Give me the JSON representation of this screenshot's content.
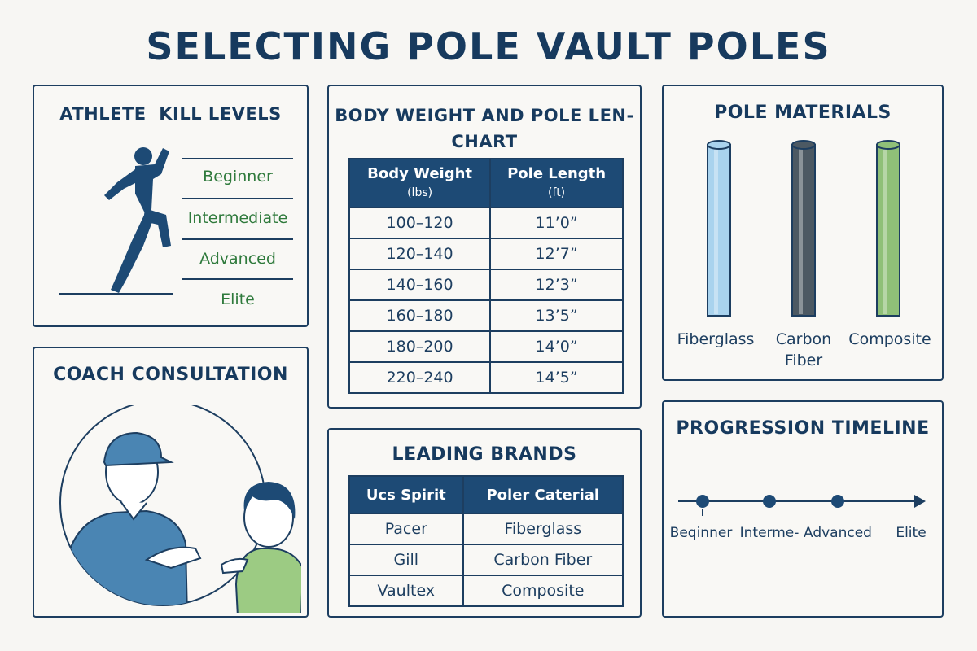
{
  "title": "SELECTING POLE VAULT POLES",
  "skill": {
    "heading": "ATHLETE  KILL LEVELS",
    "levels": [
      "Beginner",
      "Intermediate",
      "Advanced",
      "Elite"
    ]
  },
  "coach": {
    "heading": "COACH CONSULTATION"
  },
  "weight_chart": {
    "heading_line1": "BODY WEIGHT AND POLE LEN-",
    "heading_line2": "CHART",
    "col1": "Body Weight",
    "col1_unit": "(lbs)",
    "col2": "Pole Length",
    "col2_unit": "(ft)",
    "rows": [
      [
        "100–120",
        "11’0”"
      ],
      [
        "120–140",
        "12’7”"
      ],
      [
        "140–160",
        "12’3”"
      ],
      [
        "160–180",
        "13’5”"
      ],
      [
        "180–200",
        "14’0”"
      ],
      [
        "220–240",
        "14’5”"
      ]
    ]
  },
  "brands": {
    "heading": "LEADING BRANDS",
    "col1": "Ucs Spirit",
    "col2": "Poler Caterial",
    "rows": [
      [
        "Pacer",
        "Fiberglass"
      ],
      [
        "Gill",
        "Carbon Fiber"
      ],
      [
        "Vaultex",
        "Composite"
      ]
    ]
  },
  "materials": {
    "heading": "POLE MATERIALS",
    "items": [
      {
        "line1": "Fiberglass",
        "line2": "",
        "color": "#a9d3ee"
      },
      {
        "line1": "Carbon",
        "line2": "Fiber",
        "color": "#4c5963"
      },
      {
        "line1": "Composite",
        "line2": "",
        "color": "#8fc078"
      }
    ]
  },
  "timeline": {
    "heading": "PROGRESSION TIMELINE",
    "stages": [
      "Beqinner",
      "Interme-",
      "Advanced",
      "Elite"
    ]
  },
  "colors": {
    "navy": "#173a5e",
    "green_text": "#2f7a3c",
    "header_fill": "#1d4a75",
    "figure_blue": "#4a85b3",
    "figure_green": "#9ccb83"
  },
  "icons": [
    "runner-icon",
    "coach-athlete-illustration",
    "pole-icon",
    "timeline-arrow-icon"
  ]
}
